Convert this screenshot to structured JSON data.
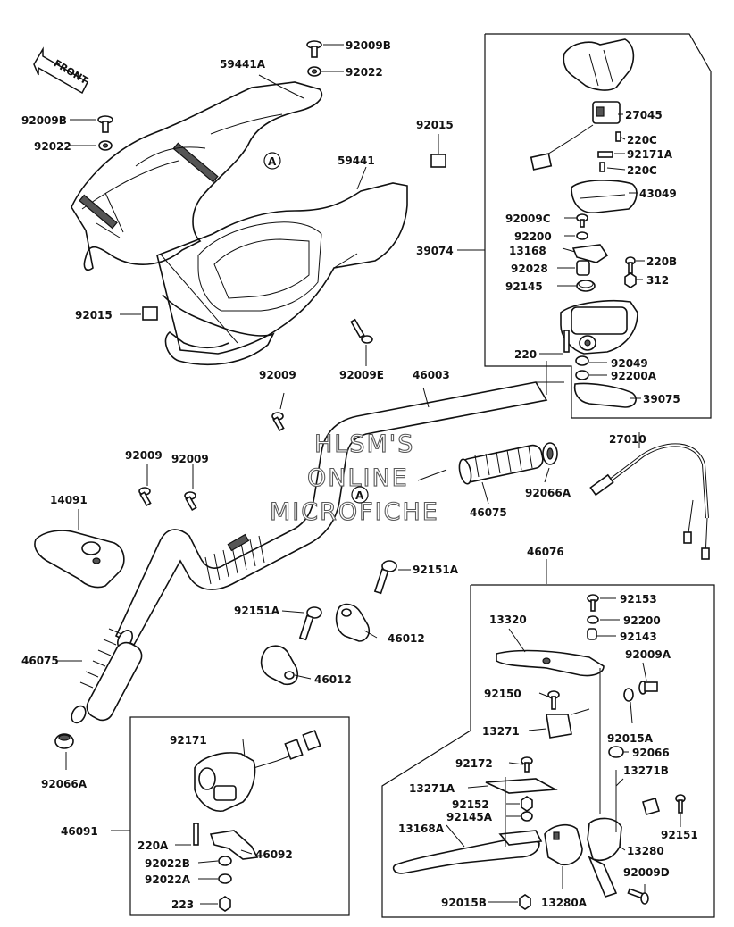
{
  "watermark": [
    "HLSM'S",
    "ONLINE",
    "MICROFICHE"
  ],
  "front_label": "FRONT",
  "ref_marker": "A",
  "labels": {
    "l_92009B_top": "92009B",
    "l_92022_top": "92022",
    "l_59441A": "59441A",
    "l_92009B_left": "92009B",
    "l_92022_left": "92022",
    "l_92015_top": "92015",
    "l_59441": "59441",
    "l_92015_left": "92015",
    "l_92009E": "92009E",
    "l_92009_mid": "92009",
    "l_46003": "46003",
    "l_92009_a": "92009",
    "l_92009_b": "92009",
    "l_14091": "14091",
    "l_46075_right": "46075",
    "l_92066A_right": "92066A",
    "l_27010": "27010",
    "l_92151A_top": "92151A",
    "l_92151A_left": "92151A",
    "l_46012_a": "46012",
    "l_46012_b": "46012",
    "l_46075_left": "46075",
    "l_92066A_left": "92066A",
    "l_27045": "27045",
    "l_220C_a": "220C",
    "l_92171A": "92171A",
    "l_220C_b": "220C",
    "l_43049": "43049",
    "l_92009C": "92009C",
    "l_92200_top": "92200",
    "l_13168": "13168",
    "l_39074": "39074",
    "l_220B": "220B",
    "l_92028": "92028",
    "l_92145": "92145",
    "l_312": "312",
    "l_220_top": "220",
    "l_92049": "92049",
    "l_92200A": "92200A",
    "l_39075": "39075",
    "l_46076": "46076",
    "l_92153": "92153",
    "l_13320": "13320",
    "l_92200_low": "92200",
    "l_92143": "92143",
    "l_92009A": "92009A",
    "l_92150": "92150",
    "l_13271": "13271",
    "l_92015A": "92015A",
    "l_92066": "92066",
    "l_92172": "92172",
    "l_13271B": "13271B",
    "l_13271A": "13271A",
    "l_92152": "92152",
    "l_92145A": "92145A",
    "l_92151": "92151",
    "l_13168A": "13168A",
    "l_13280": "13280",
    "l_92009D": "92009D",
    "l_92015B": "92015B",
    "l_13280A": "13280A",
    "l_92171": "92171",
    "l_46091": "46091",
    "l_220A": "220A",
    "l_46092": "46092",
    "l_92022B": "92022B",
    "l_92022A": "92022A",
    "l_223": "223"
  }
}
